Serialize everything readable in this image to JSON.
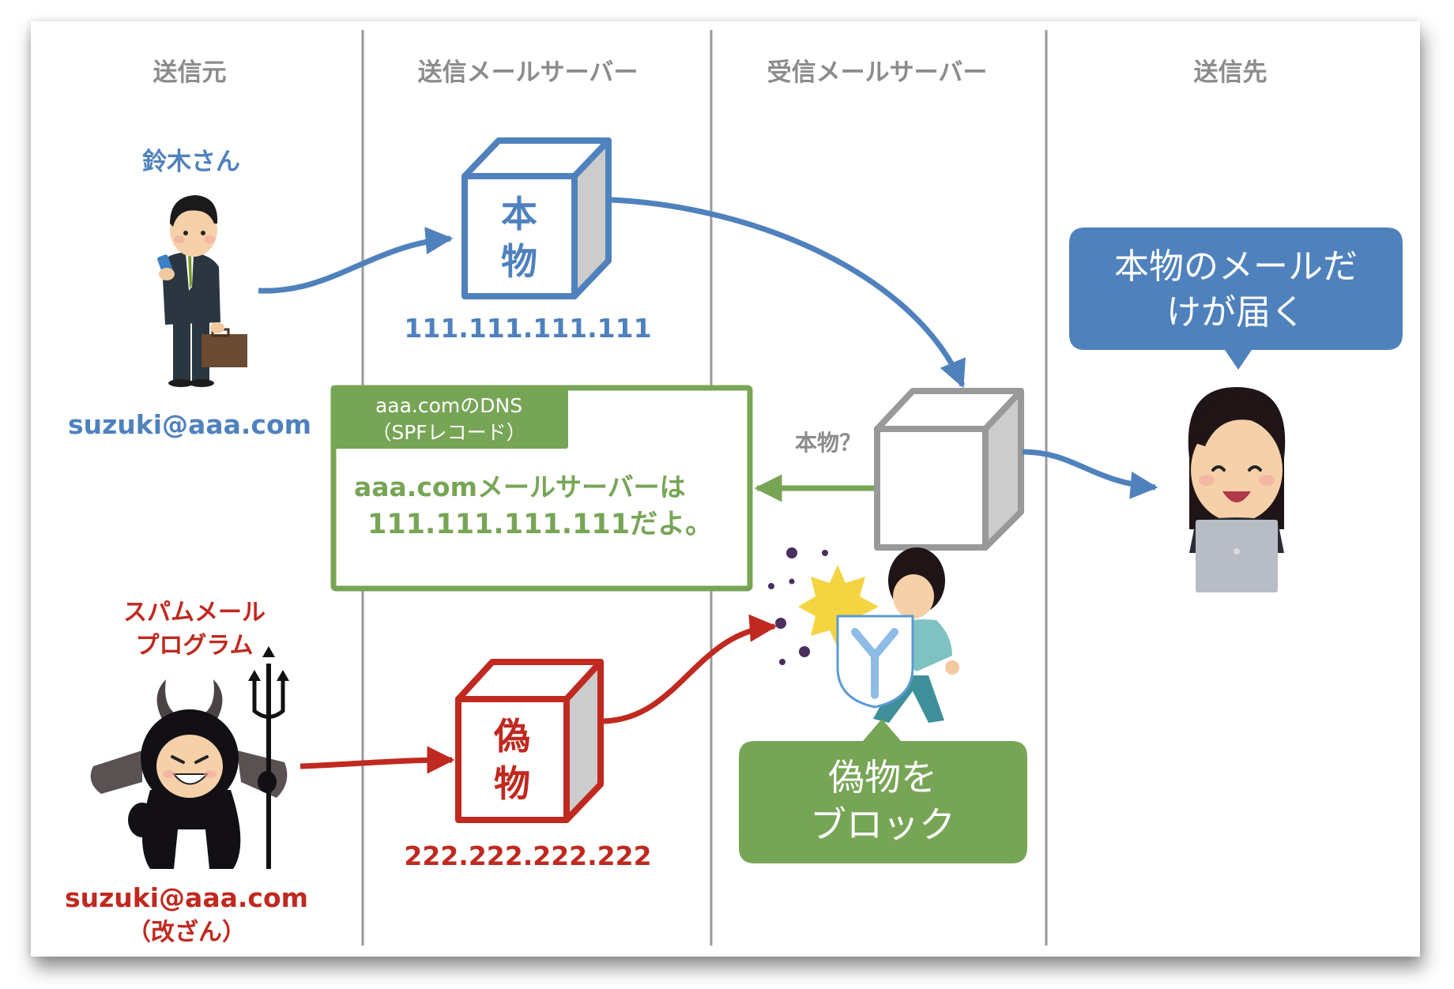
{
  "columns": [
    {
      "heading": "送信元"
    },
    {
      "heading": "送信メールサーバー"
    },
    {
      "heading": "受信メールサーバー"
    },
    {
      "heading": "送信先"
    }
  ],
  "sender": {
    "name": "鈴木さん",
    "email": "suzuki@aaa.com",
    "icon": "businessman-with-phone-icon"
  },
  "spam_sender": {
    "name_line1": "スパムメール",
    "name_line2": "プログラム",
    "email": "suzuki@aaa.com",
    "note": "（改ざん）",
    "icon": "devil-icon"
  },
  "genuine_server": {
    "label_line1": "本",
    "label_line2": "物",
    "ip": "111.111.111.111"
  },
  "fake_server": {
    "label_line1": "偽",
    "label_line2": "物",
    "ip": "222.222.222.222"
  },
  "receiving_server": {
    "question": "本物？",
    "guard_icon": "shield-guard-icon"
  },
  "dns_box": {
    "title_line1": "aaa.comのDNS",
    "title_line2": "（SPFレコード）",
    "body_line1": "aaa.comメールサーバーは",
    "body_line2": "111.111.111.111だよ。"
  },
  "recipient": {
    "bubble_line1": "本物のメールだ",
    "bubble_line2": "けが届く",
    "icon": "woman-with-laptop-icon"
  },
  "block_bubble": {
    "line1": "偽物を",
    "line2": "ブロック"
  },
  "colors": {
    "genuine": "#4f81bd",
    "fake": "#c0291f",
    "dns": "#77a556",
    "neutral": "#999999"
  }
}
